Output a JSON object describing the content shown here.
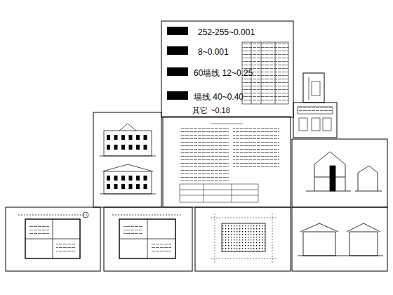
{
  "diagram": {
    "labels": [
      "其它",
      "~0.18"
    ],
    "legend": [
      {
        "text": "252-255~0.001",
        "color": "#000000"
      },
      {
        "text": "8~0.001",
        "color": "#000000"
      },
      {
        "text": "60墙线 12~0.25",
        "color": "#000000"
      },
      {
        "text": "墙线 40~0.40",
        "color": "#000000"
      }
    ]
  }
}
